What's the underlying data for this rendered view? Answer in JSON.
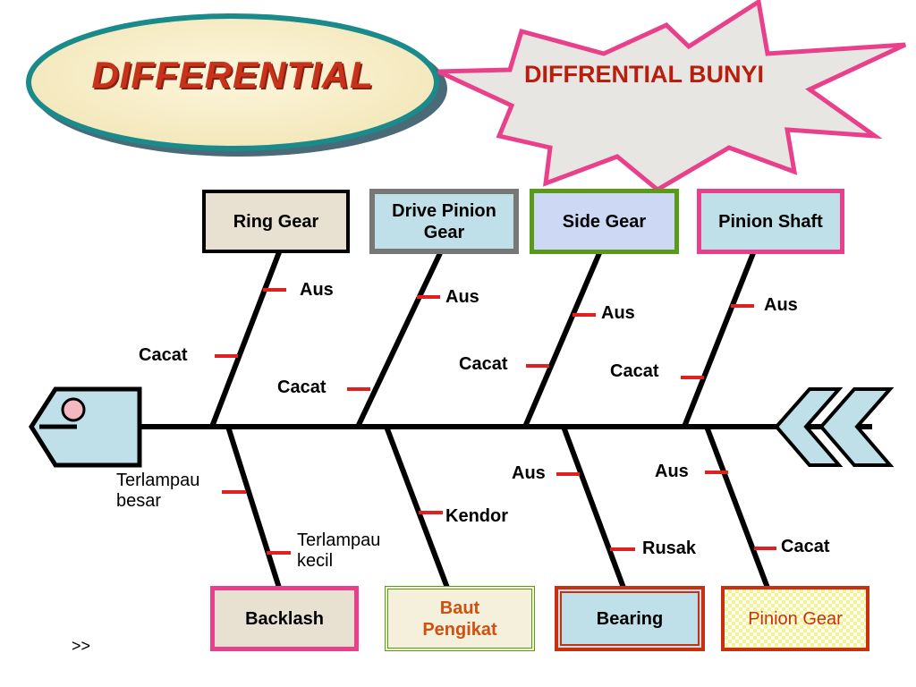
{
  "title": "DIFFERENTIAL",
  "effect_title": "DIFFRENTIAL BUNYI",
  "nav_label": ">>",
  "top_categories": [
    {
      "label": "Ring Gear",
      "causes": [
        "Aus",
        "Cacat"
      ]
    },
    {
      "label": "Drive Pinion Gear",
      "causes": [
        "Aus",
        "Cacat"
      ]
    },
    {
      "label": "Side Gear",
      "causes": [
        "Aus",
        "Cacat"
      ]
    },
    {
      "label": "Pinion Shaft",
      "causes": [
        "Aus",
        "Cacat"
      ]
    }
  ],
  "bottom_categories": [
    {
      "label": "Backlash",
      "causes": [
        "Terlampau besar",
        "Terlampau kecil"
      ]
    },
    {
      "label": "Baut Pengikat",
      "causes": [
        "Kendor"
      ]
    },
    {
      "label": "Bearing",
      "causes": [
        "Aus",
        "Rusak"
      ]
    },
    {
      "label": "Pinion Gear",
      "causes": [
        "Aus",
        "Cacat"
      ]
    }
  ],
  "colors": {
    "title_text": "#c8321a",
    "effect_text": "#b81e0e",
    "star_outline": "#e8408a",
    "ellipse_outline": "#1a8a8a",
    "tick": "#e02020",
    "fish_fill": "#bfe0e8"
  }
}
